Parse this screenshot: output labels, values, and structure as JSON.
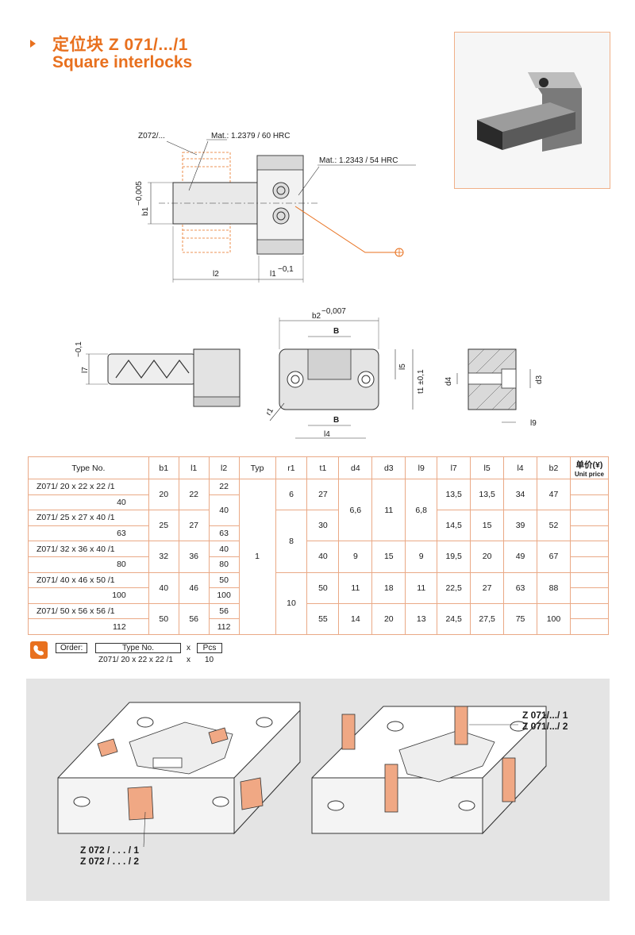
{
  "header": {
    "title_cn": "定位块 Z 071/.../1",
    "title_en": "Square interlocks"
  },
  "drawing": {
    "ref_part": "Z072/...",
    "mat_1": "Mat.: 1.2379 / 60 HRC",
    "mat_2": "Mat.: 1.2343 / 54 HRC",
    "dim_b1": "b1",
    "dim_b1_tol": "−0,005",
    "dim_l2": "l2",
    "dim_l1": "l1",
    "dim_l1_tol": "−0,1",
    "dim_l7": "l7",
    "dim_l7_tol": "−0,1",
    "dim_b2": "b2",
    "dim_b2_tol": "−0,007",
    "dim_B_top": "B",
    "dim_B_bottom": "B",
    "dim_l5": "l5",
    "dim_t1": "t1 ±0,1",
    "dim_r1": "r1",
    "dim_l4": "l4",
    "dim_d4": "d4",
    "dim_d3": "d3",
    "dim_l9": "l9"
  },
  "table": {
    "headers": [
      "Type No.",
      "b1",
      "l1",
      "l2",
      "Typ",
      "r1",
      "t1",
      "d4",
      "d3",
      "l9",
      "l7",
      "l5",
      "l4",
      "b2"
    ],
    "unit_price_cn": "单价(¥)",
    "unit_price_en": "Unit price",
    "type_1": "Z071/ 20 x 22 x   22  /1",
    "type_1b": "40",
    "type_2": "Z071/ 25 x 27 x   40  /1",
    "type_2b": "63",
    "type_3": "Z071/ 32 x 36 x   40  /1",
    "type_3b": "80",
    "type_4": "Z071/ 40 x 46 x   50  /1",
    "type_4b": "100",
    "type_5": "Z071/ 50 x 56 x   56  /1",
    "type_5b": "112",
    "b1": [
      "20",
      "25",
      "32",
      "40",
      "50"
    ],
    "l1": [
      "22",
      "27",
      "36",
      "46",
      "56"
    ],
    "l2": [
      "22",
      "40",
      "63",
      "40",
      "80",
      "50",
      "100",
      "56",
      "112"
    ],
    "typ": "1",
    "r1": [
      "6",
      "8",
      "10"
    ],
    "t1": [
      "27",
      "30",
      "40",
      "50",
      "55"
    ],
    "d4": [
      "6,6",
      "9",
      "11",
      "14"
    ],
    "d3": [
      "11",
      "15",
      "18",
      "20"
    ],
    "l9": [
      "6,8",
      "9",
      "11",
      "13"
    ],
    "l7": [
      "13,5",
      "14,5",
      "19,5",
      "22,5",
      "24,5"
    ],
    "l5": [
      "13,5",
      "15",
      "20",
      "27",
      "27,5"
    ],
    "l4": [
      "34",
      "39",
      "49",
      "63",
      "75"
    ],
    "b2": [
      "47",
      "52",
      "67",
      "88",
      "100"
    ]
  },
  "order": {
    "label": "Order:",
    "type_label": "Type No.",
    "x1": "x",
    "pcs_label": "Pcs",
    "example": "Z071/ 20 x 22 x 22 /1",
    "x2": "x",
    "qty": "10"
  },
  "bottom": {
    "right_cap_1": "Z 071/.../ 1",
    "right_cap_2": "Z 071/.../ 2",
    "left_cap_1": "Z 072  / . . . / 1",
    "left_cap_2": "Z 072  / . . . / 2"
  },
  "colors": {
    "accent": "#e8701e",
    "table_border": "#eaa986",
    "part_fill": "#f0a884",
    "bg_gray": "#e4e4e4"
  }
}
